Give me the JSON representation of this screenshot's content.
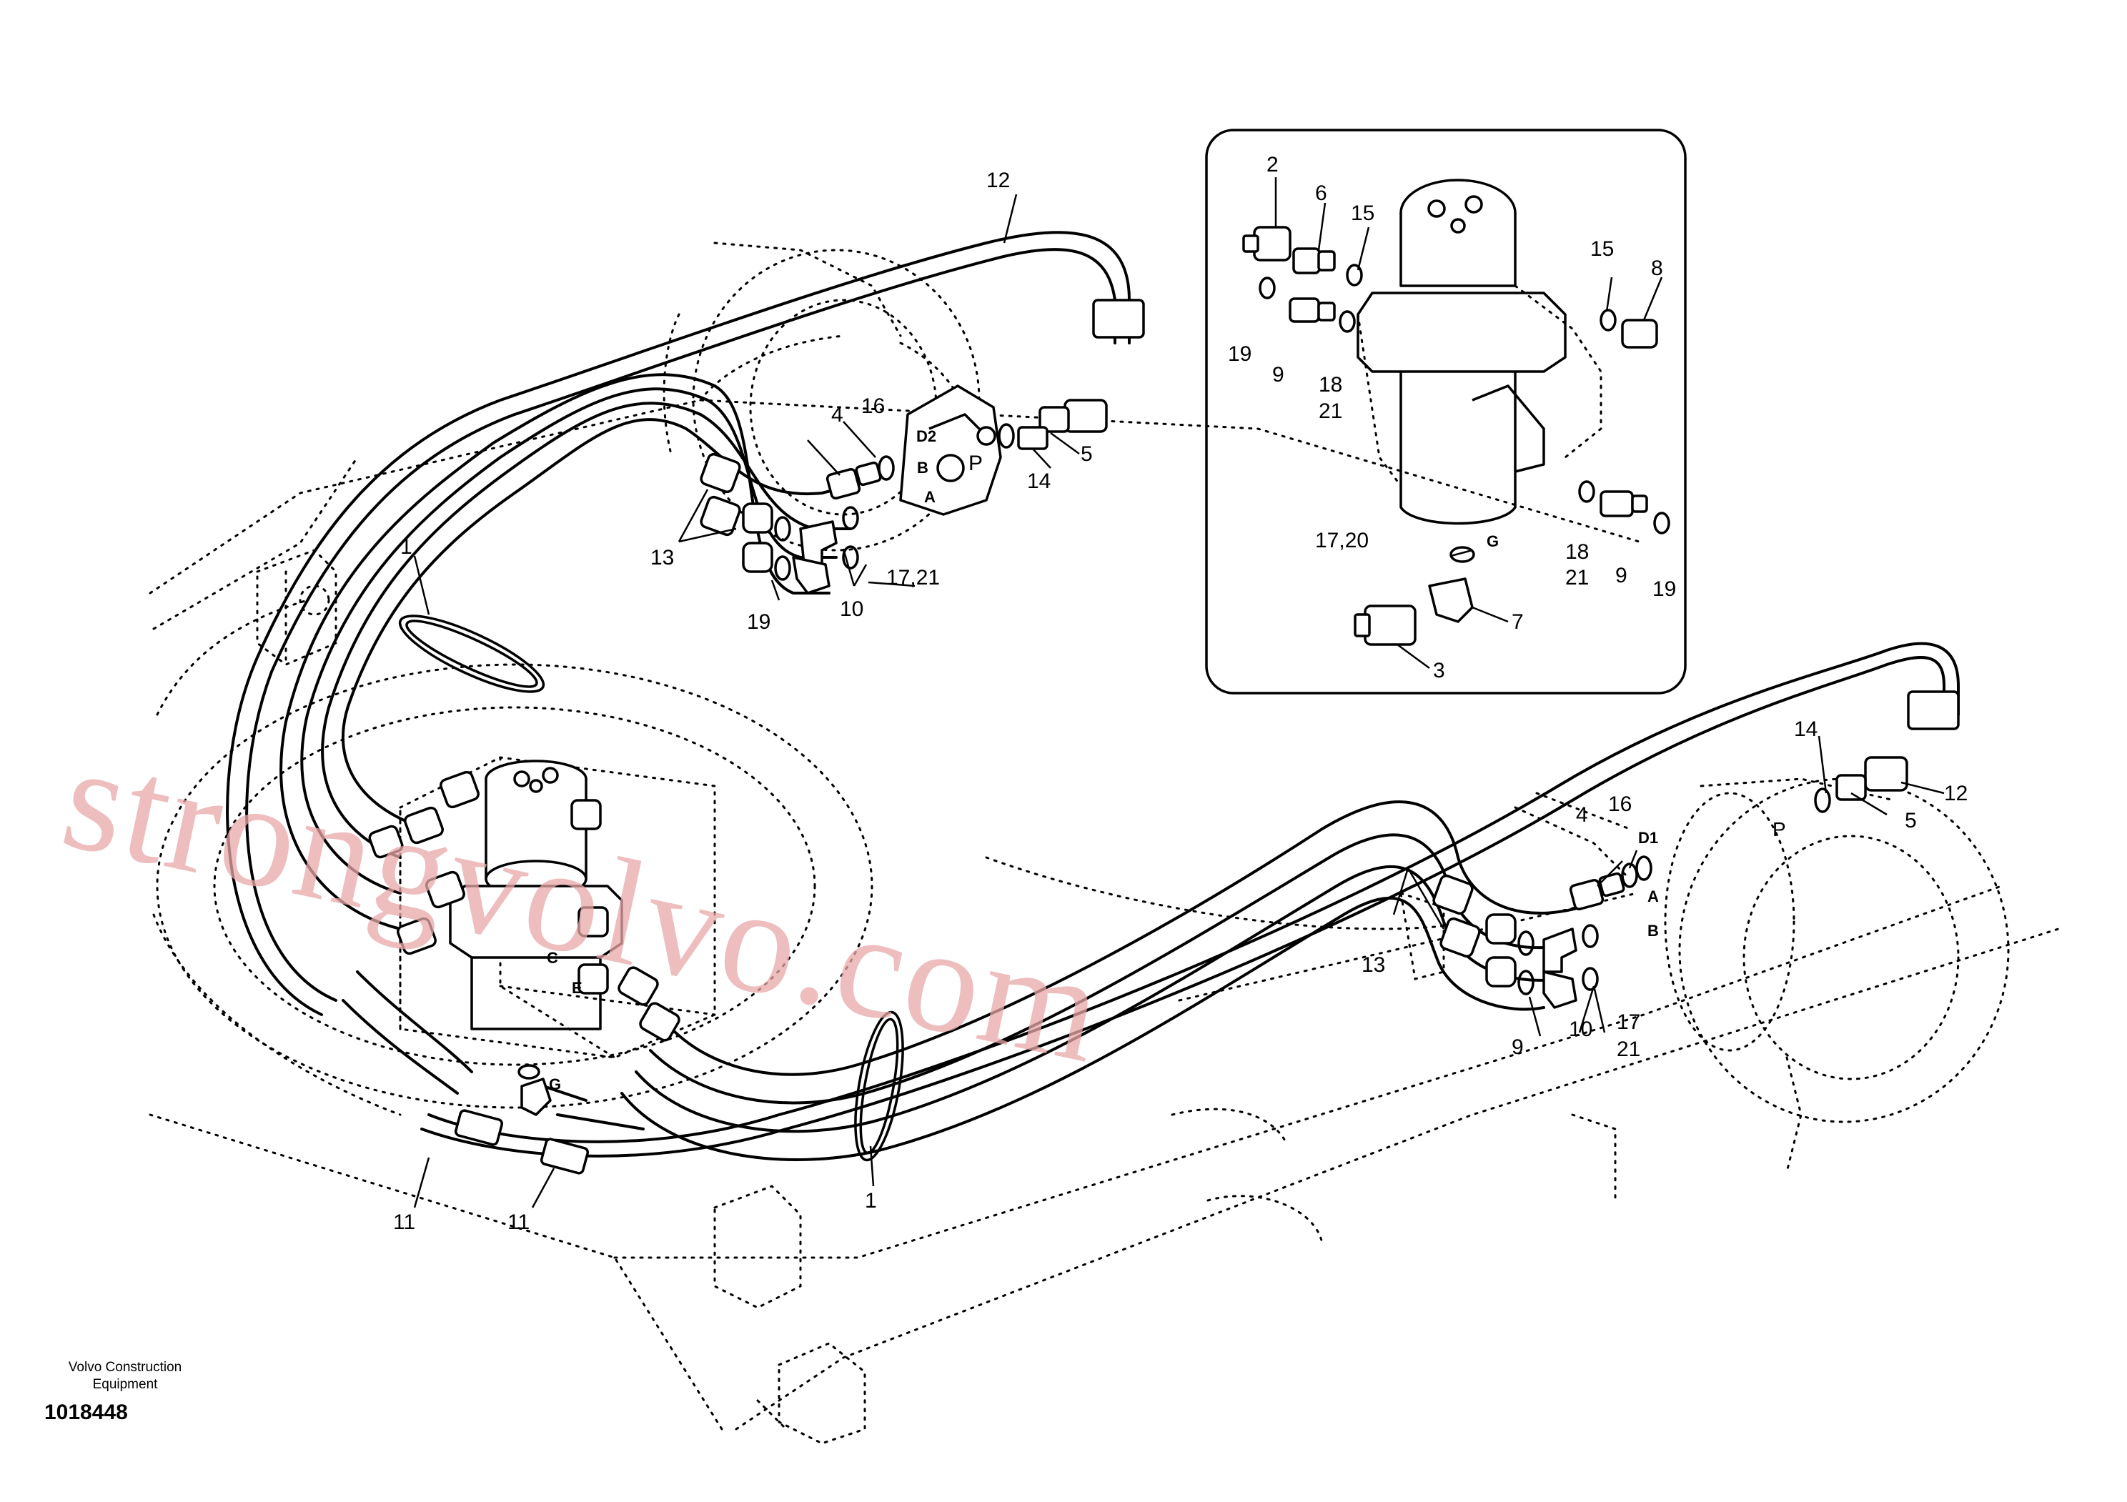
{
  "diagram": {
    "part_labels": {
      "l1a": "1",
      "l1b": "1",
      "l2": "2",
      "l3": "3",
      "l4a": "4",
      "l4b": "4",
      "l5a": "5",
      "l5b": "5",
      "l6": "6",
      "l7": "7",
      "l8": "8",
      "l9a": "9",
      "l9b": "9",
      "l9c": "9",
      "l10a": "10",
      "l10b": "10",
      "l11a": "11",
      "l11b": "11",
      "l12a": "12",
      "l12b": "12",
      "l13a": "13",
      "l13b": "13",
      "l14a": "14",
      "l14b": "14",
      "l15a": "15",
      "l15b": "15",
      "l16a": "16",
      "l16b": "16",
      "l17_21a": "17,21",
      "l17b": "17",
      "l21b": "21",
      "l17_20": "17,20",
      "l18a": "18",
      "l21a": "21",
      "l18c": "18",
      "l21c": "21",
      "l19a": "19",
      "l19b": "19",
      "l19c": "19"
    },
    "port_labels": {
      "d2": "D2",
      "b1": "B",
      "a1": "A",
      "p1": "P",
      "d1": "D1",
      "a2": "A",
      "b2": "B",
      "p2": "P",
      "c": "C",
      "e": "E",
      "g1": "G",
      "g2": "G"
    },
    "watermark": "strongvolvo.com"
  },
  "footer": {
    "publisher_line1": "Volvo Construction",
    "publisher_line2": "Equipment",
    "drawing_number": "1018448"
  }
}
